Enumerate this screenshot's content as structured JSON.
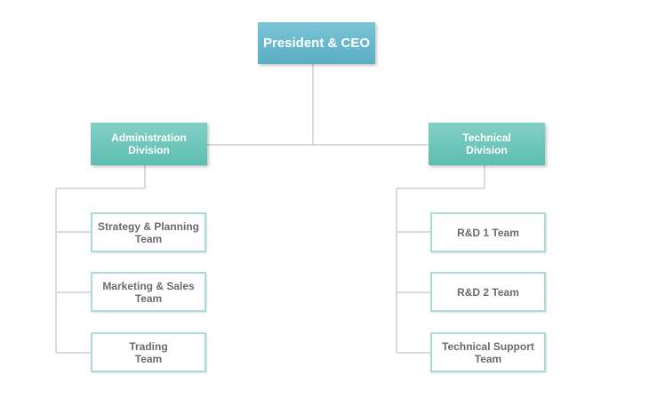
{
  "chart": {
    "root": "President & CEO",
    "divisions": [
      {
        "label": "Administration\nDivision",
        "teams": [
          "Strategy & Planning\nTeam",
          "Marketing & Sales\nTeam",
          "Trading\nTeam"
        ]
      },
      {
        "label": "Technical\nDivision",
        "teams": [
          "R&D 1 Team",
          "R&D 2 Team",
          "Technical Support\nTeam"
        ]
      }
    ]
  }
}
